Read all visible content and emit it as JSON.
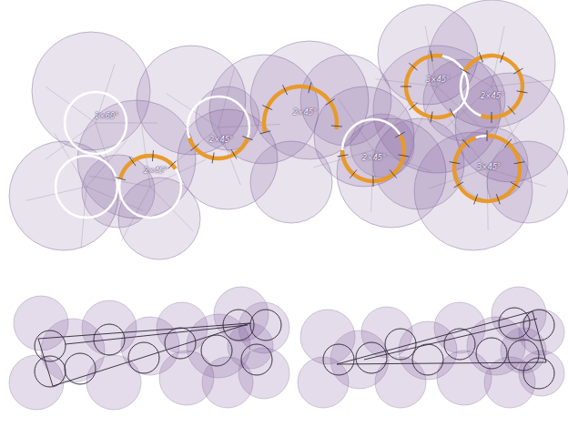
{
  "diagram": {
    "labels": [
      "1×60°",
      "2×45°",
      "2×45°",
      "2×45°",
      "2×45°",
      "3×45°",
      "2×45°",
      "3×45°"
    ]
  }
}
